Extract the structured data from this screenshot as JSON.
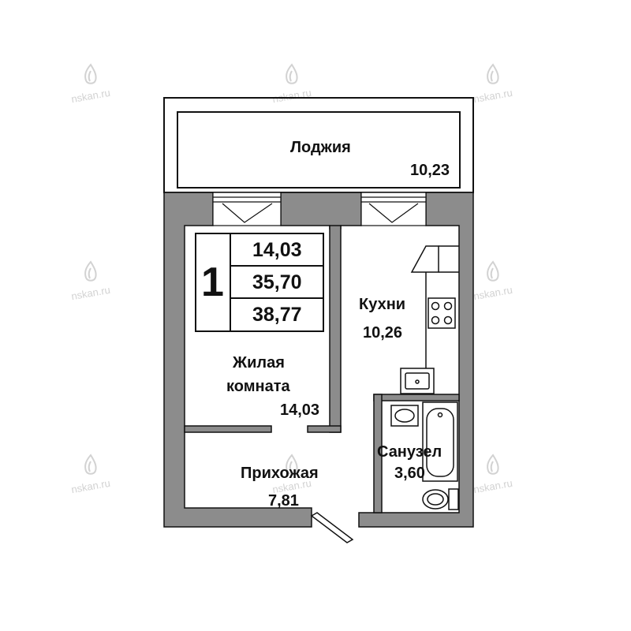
{
  "watermark": {
    "text": "nskan.ru"
  },
  "summary": {
    "rooms": "1",
    "living_area": "14,03",
    "total_area": "35,70",
    "total_area_with_loggia": "38,77"
  },
  "rooms": {
    "loggia": {
      "name": "Лоджия",
      "area": "10,23"
    },
    "living": {
      "name_line1": "Жилая",
      "name_line2": "комната",
      "area": "14,03"
    },
    "kitchen": {
      "name": "Кухни",
      "area": "10,26"
    },
    "bathroom": {
      "name": "Санузел",
      "area": "3,60"
    },
    "hallway": {
      "name": "Прихожая",
      "area": "7,81"
    }
  },
  "colors": {
    "wall": "#8c8c8c",
    "line": "#111111",
    "watermark": "#d2d2d2"
  }
}
